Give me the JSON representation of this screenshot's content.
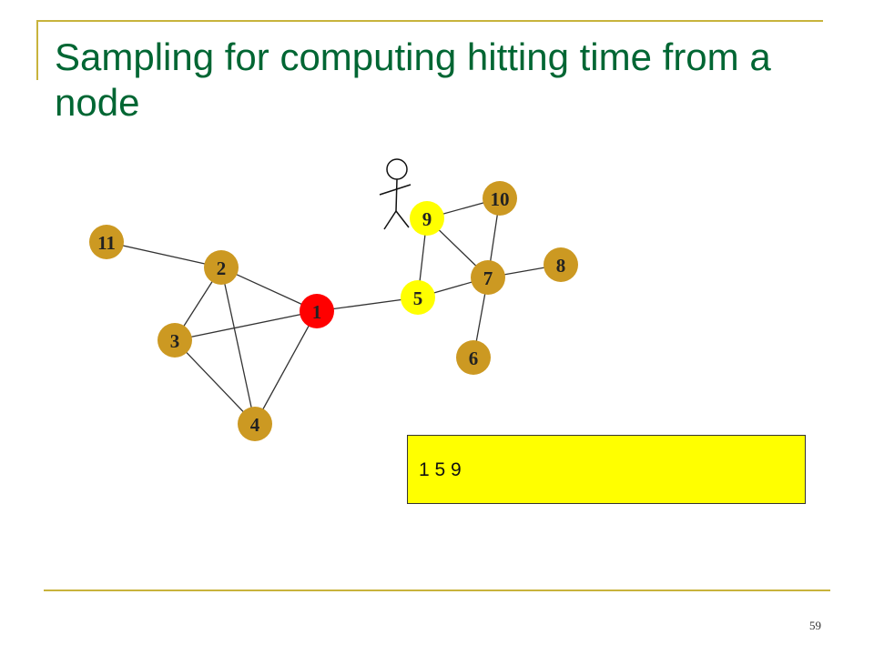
{
  "slide": {
    "title": "Sampling for computing hitting time from a node",
    "path_text": "1 5 9",
    "page_number": "59"
  },
  "colors": {
    "title": "#006633",
    "rule": "#c8b33c",
    "node_default": "#cc9922",
    "node_start": "#ff0000",
    "node_visited": "#ffff00",
    "path_box": "#ffff00"
  },
  "graph": {
    "nodes": [
      {
        "id": "1",
        "state": "start"
      },
      {
        "id": "2",
        "state": "default"
      },
      {
        "id": "3",
        "state": "default"
      },
      {
        "id": "4",
        "state": "default"
      },
      {
        "id": "5",
        "state": "visited"
      },
      {
        "id": "6",
        "state": "default"
      },
      {
        "id": "7",
        "state": "default"
      },
      {
        "id": "8",
        "state": "default"
      },
      {
        "id": "9",
        "state": "visited"
      },
      {
        "id": "10",
        "state": "default"
      },
      {
        "id": "11",
        "state": "default"
      }
    ],
    "edges": [
      [
        "11",
        "2"
      ],
      [
        "2",
        "1"
      ],
      [
        "2",
        "3"
      ],
      [
        "2",
        "4"
      ],
      [
        "3",
        "1"
      ],
      [
        "3",
        "4"
      ],
      [
        "4",
        "1"
      ],
      [
        "1",
        "5"
      ],
      [
        "5",
        "9"
      ],
      [
        "5",
        "7"
      ],
      [
        "9",
        "10"
      ],
      [
        "9",
        "7"
      ],
      [
        "10",
        "7"
      ],
      [
        "7",
        "8"
      ],
      [
        "7",
        "6"
      ]
    ],
    "walker_icon": "stick-figure-icon"
  }
}
